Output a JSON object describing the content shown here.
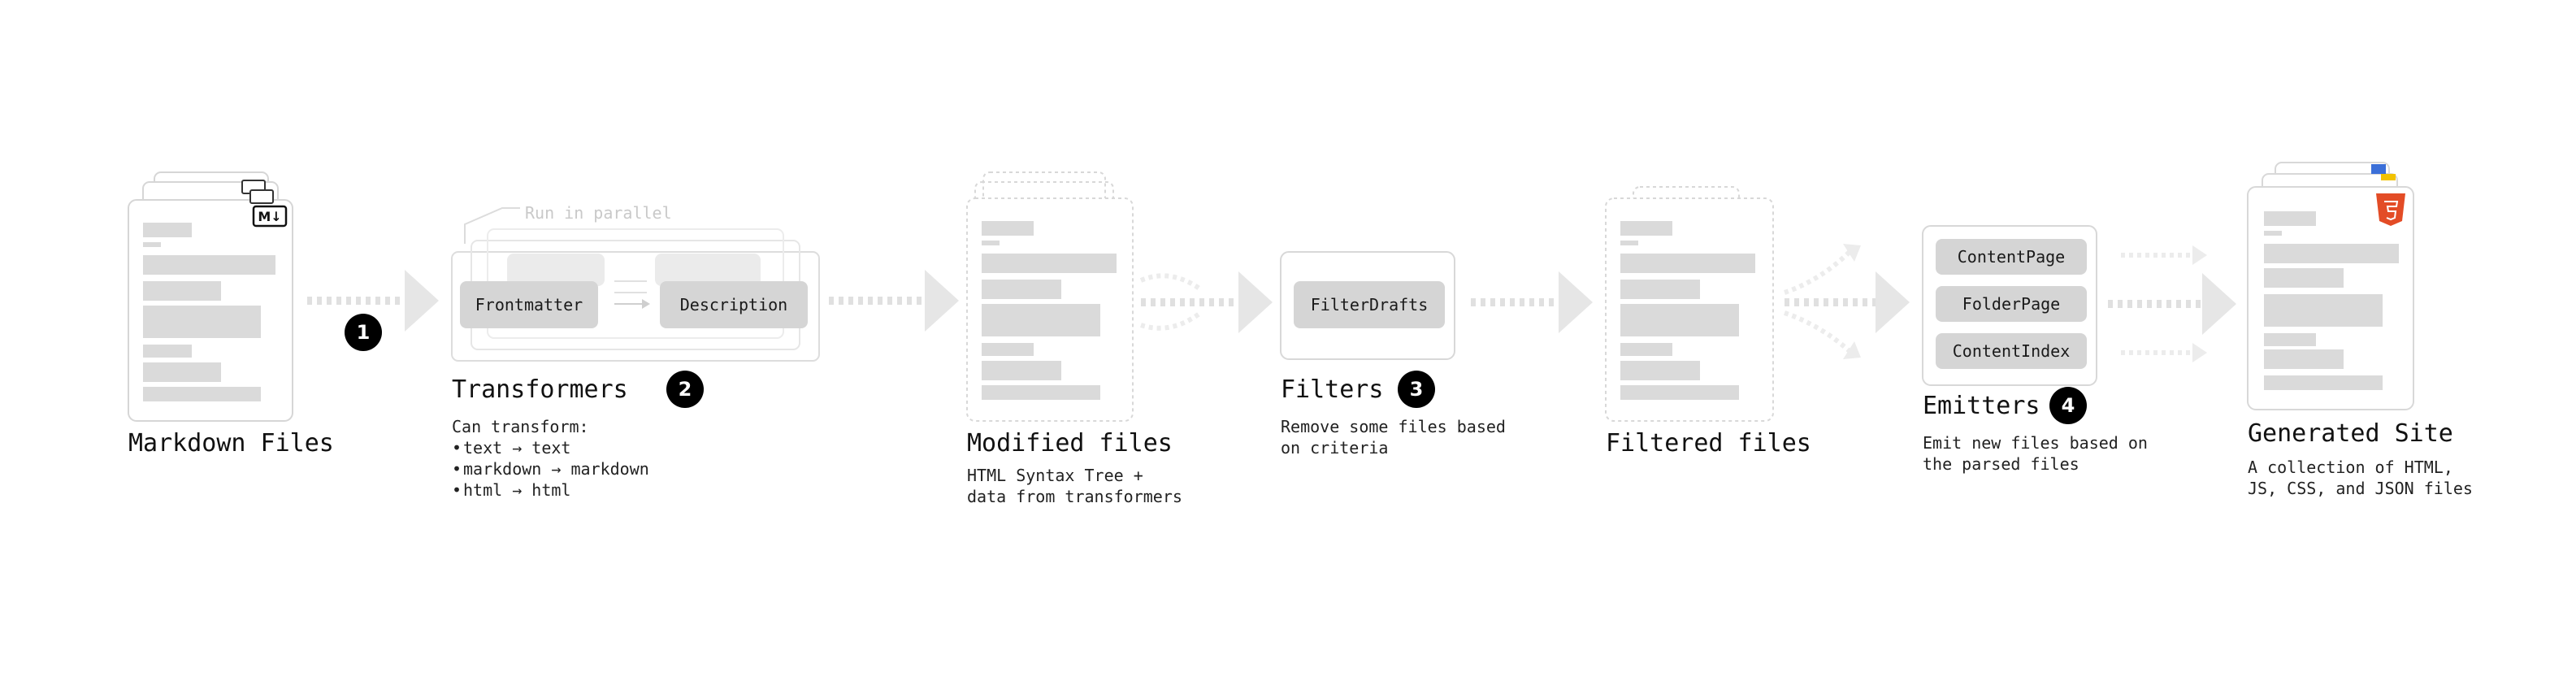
{
  "colors": {
    "stroke": "#d8d8d8",
    "bar": "#dadada",
    "arrow": "#e2e2e2",
    "badge": "#000000"
  },
  "icons": {
    "markdown": "markdown-icon",
    "html5": "html5-icon",
    "js": "javascript-icon"
  },
  "stages": {
    "markdown": {
      "title": "Markdown Files",
      "badge_icon": "M↓"
    },
    "transformers": {
      "title": "Transformers",
      "step": "2",
      "parallel_note": "Run in parallel",
      "plugins": [
        "Frontmatter",
        "Description"
      ],
      "desc_heading": "Can transform:",
      "desc_items": [
        "text → text",
        "markdown → markdown",
        "html → html"
      ]
    },
    "modified": {
      "title": "Modified files",
      "desc": [
        "HTML Syntax Tree +",
        "data from transformers"
      ]
    },
    "filters": {
      "title": "Filters",
      "step": "3",
      "plugins": [
        "FilterDrafts"
      ],
      "desc": [
        "Remove some files based",
        "on criteria"
      ]
    },
    "filtered": {
      "title": "Filtered files"
    },
    "emitters": {
      "title": "Emitters",
      "step": "4",
      "plugins": [
        "ContentPage",
        "FolderPage",
        "ContentIndex"
      ],
      "desc": [
        "Emit new files based on",
        "the parsed files"
      ]
    },
    "site": {
      "title": "Generated Site",
      "desc": [
        "A collection of HTML,",
        "JS, CSS, and JSON files"
      ]
    }
  },
  "steps": {
    "first": "1"
  }
}
